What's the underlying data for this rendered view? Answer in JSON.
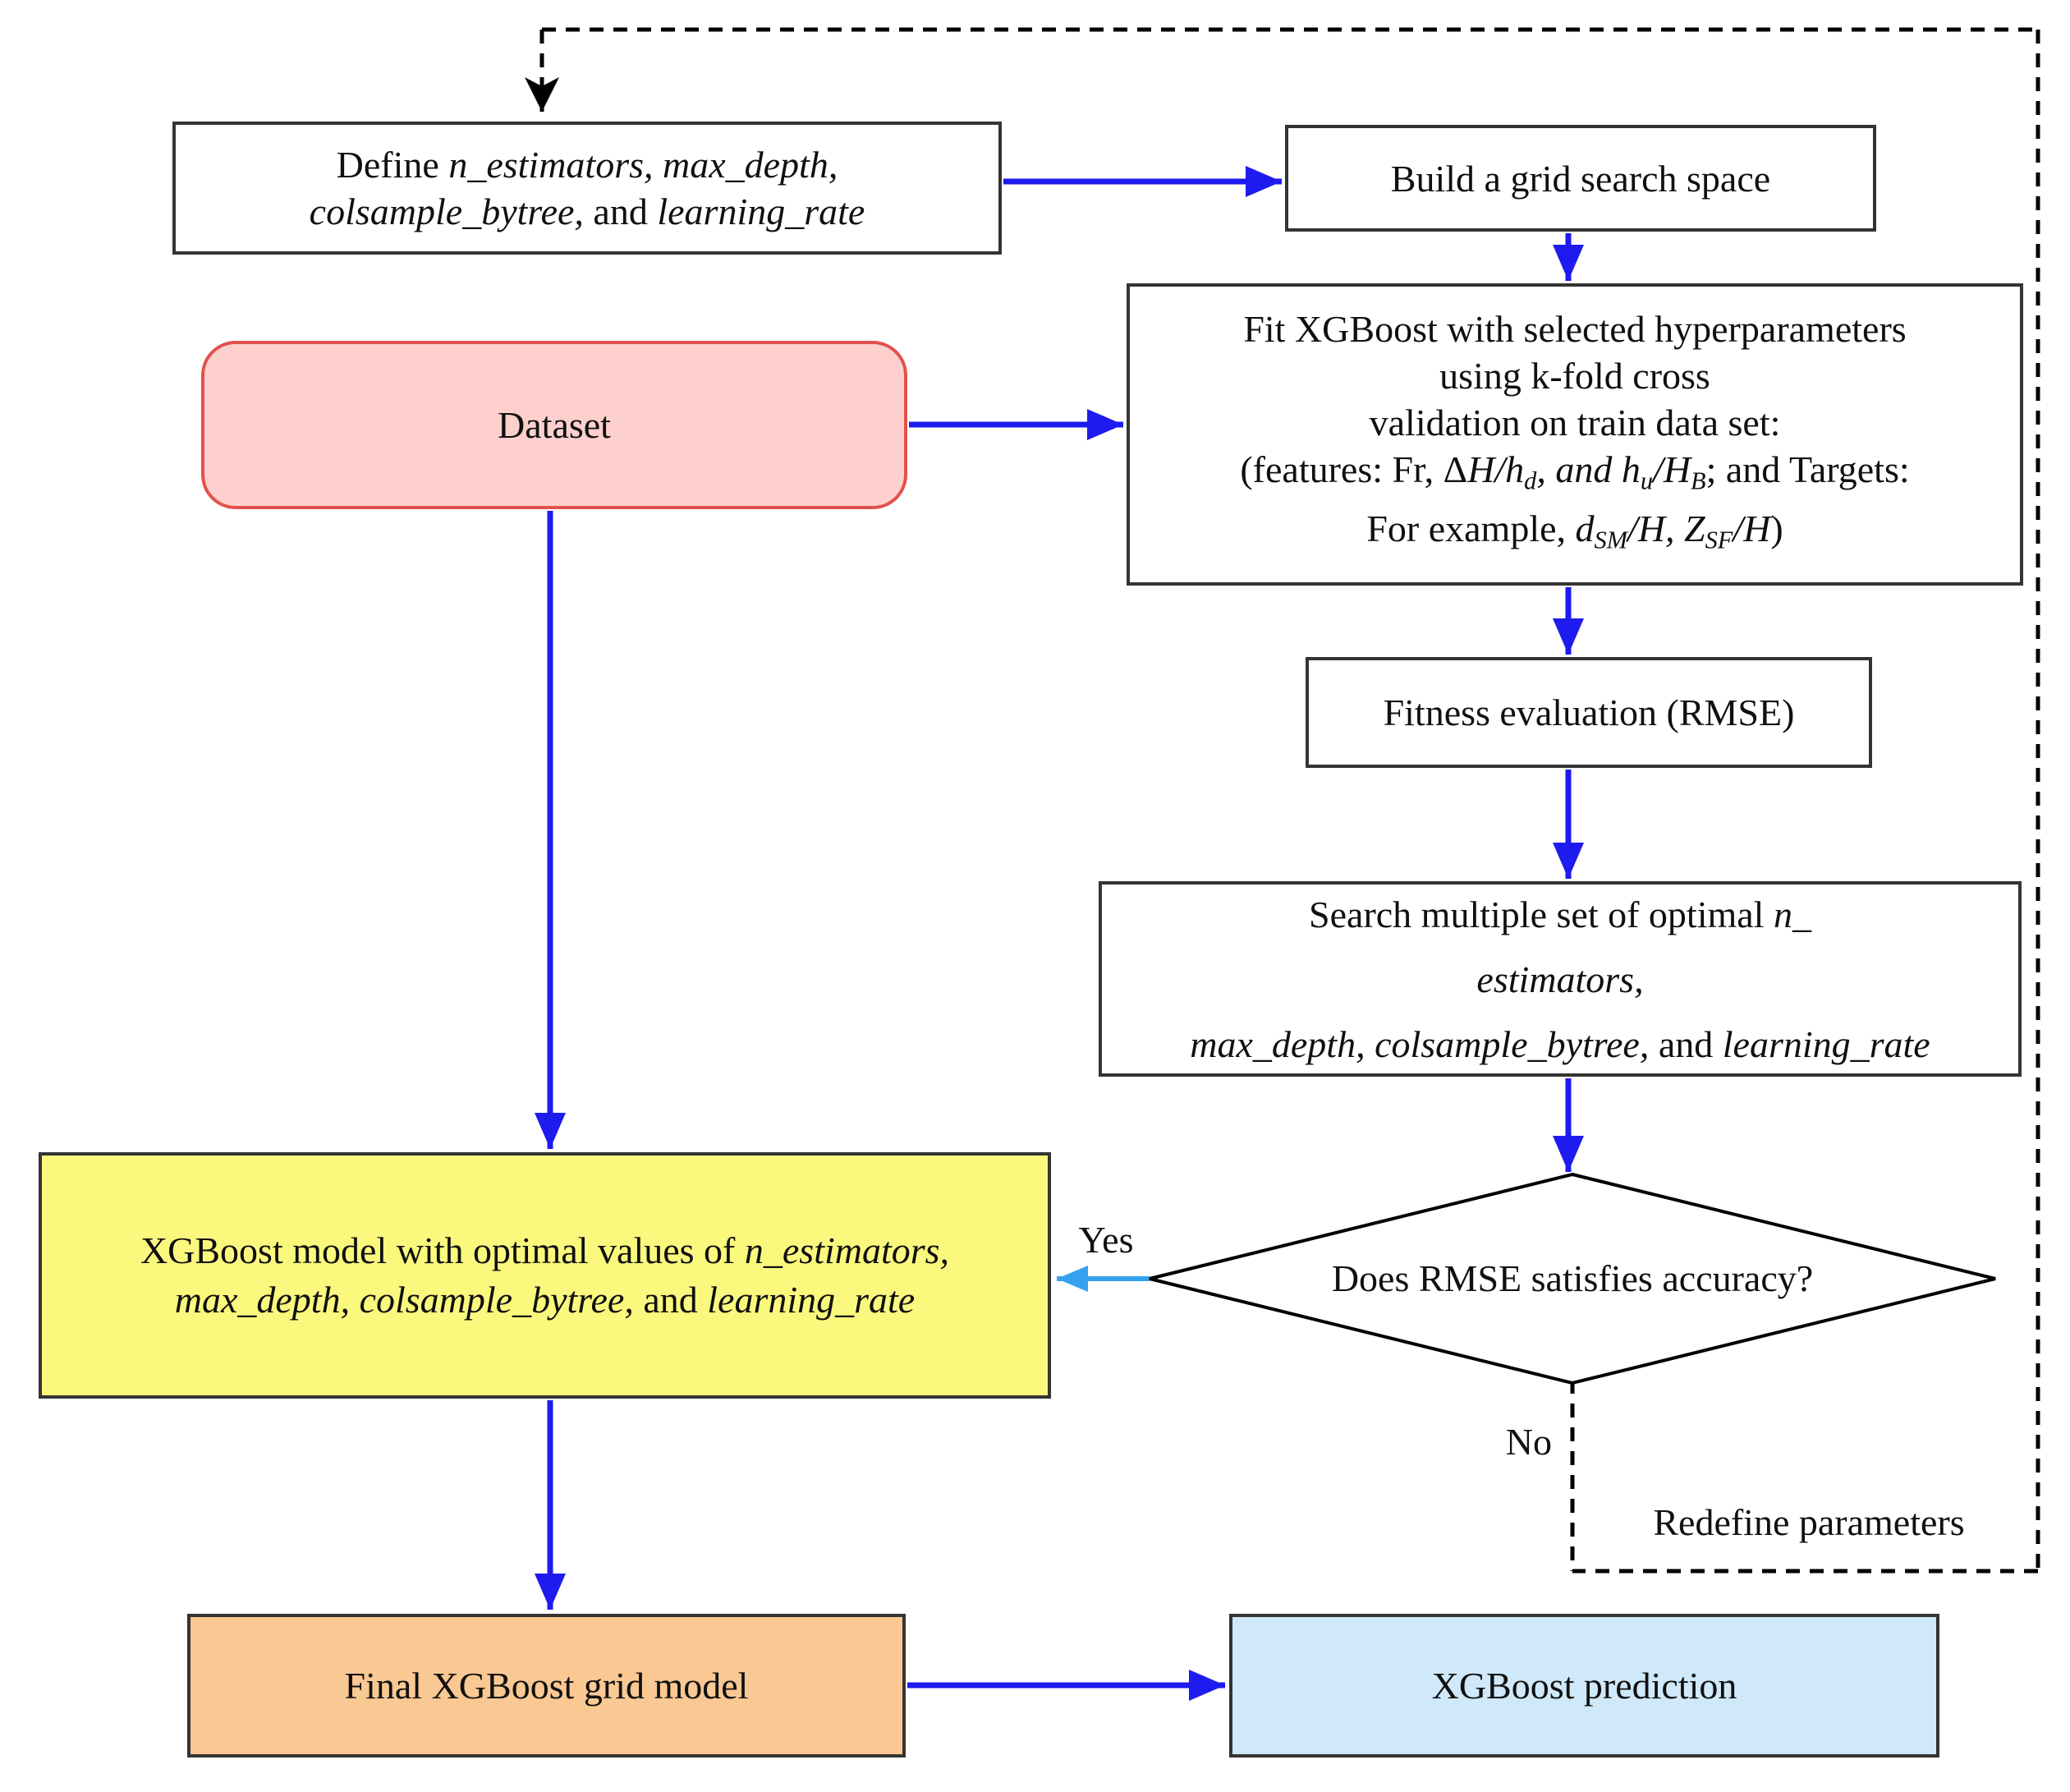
{
  "colors": {
    "arrow_blue": "#1e1bee",
    "arrow_cyan": "#35a2f0",
    "line_black": "#000000",
    "text_black": "#101010",
    "box_border": "#343434",
    "dataset_fill": "#fdd0cd",
    "dataset_border": "#e2514e",
    "model_fill": "#fbf97d",
    "final_fill": "#f9c893",
    "prediction_fill": "#cfe8fa"
  },
  "nodes": {
    "define": {
      "lines": [
        [
          {
            "t": "Define "
          },
          {
            "t": "n_estimators, max_depth,",
            "i": true
          }
        ],
        [
          {
            "t": "colsample_bytree,",
            "i": true
          },
          {
            "t": " and "
          },
          {
            "t": "learning_rate",
            "i": true
          }
        ]
      ]
    },
    "build": {
      "label": "Build a grid search space"
    },
    "dataset": {
      "label": "Dataset"
    },
    "fit": {
      "lines": [
        [
          {
            "t": "Fit XGBoost with selected hyperparameters"
          }
        ],
        [
          {
            "t": "using k-fold cross"
          }
        ],
        [
          {
            "t": "validation on train data set:"
          }
        ],
        [
          {
            "t": "(features: Fr, Δ"
          },
          {
            "t": "H/h",
            "i": true
          },
          {
            "t": "d",
            "i": true,
            "s": true
          },
          {
            "t": ", and ",
            "i": true
          },
          {
            "t": "h",
            "i": true
          },
          {
            "t": "u",
            "i": true,
            "s": true
          },
          {
            "t": "/H",
            "i": true
          },
          {
            "t": "B",
            "i": true,
            "s": true
          },
          {
            "t": "; and Targets:"
          }
        ],
        [
          {
            "t": "For example, "
          },
          {
            "t": "d",
            "i": true
          },
          {
            "t": "SM",
            "i": true,
            "s": true
          },
          {
            "t": "/H, Z",
            "i": true
          },
          {
            "t": "SF",
            "i": true,
            "s": true
          },
          {
            "t": "/H",
            "i": true
          },
          {
            "t": ")"
          }
        ]
      ]
    },
    "fitness": {
      "label": "Fitness evaluation (RMSE)"
    },
    "search": {
      "lines": [
        [
          {
            "t": "Search multiple set of optimal "
          },
          {
            "t": "n_",
            "i": true
          }
        ],
        [
          {
            "t": "estimators,",
            "i": true
          }
        ],
        [
          {
            "t": "max_depth, colsample_bytree,",
            "i": true
          },
          {
            "t": " and "
          },
          {
            "t": "learning_rate",
            "i": true
          }
        ]
      ]
    },
    "decision": {
      "label": "Does RMSE satisfies accuracy?"
    },
    "model": {
      "lines": [
        [
          {
            "t": "XGBoost model with optimal values of "
          },
          {
            "t": "n_estimators,",
            "i": true
          }
        ],
        [
          {
            "t": "max_depth, colsample_bytree,",
            "i": true
          },
          {
            "t": " and "
          },
          {
            "t": "learning_rate",
            "i": true
          }
        ]
      ]
    },
    "final": {
      "label": "Final XGBoost grid model"
    },
    "prediction": {
      "label": "XGBoost prediction"
    }
  },
  "edge_labels": {
    "yes": "Yes",
    "no": "No",
    "redefine": "Redefine parameters"
  }
}
